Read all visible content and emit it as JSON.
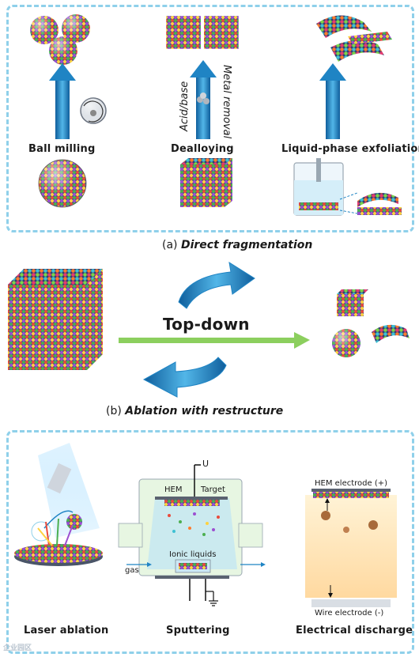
{
  "panel_a": {
    "items": [
      {
        "label": "Ball milling"
      },
      {
        "label": "Dealloying"
      },
      {
        "label": "Liquid-phase exfoliation"
      }
    ],
    "rotated": {
      "left": "Acid/base",
      "right": "Metal removal"
    },
    "caption_prefix": "(a)",
    "caption_emph": "Direct fragmentation"
  },
  "center": {
    "title": "Top-down",
    "caption_b_prefix": "(b)",
    "caption_b_emph": "Ablation with restructure"
  },
  "panel_c": {
    "items": [
      {
        "label": "Laser ablation"
      },
      {
        "label": "Sputtering"
      },
      {
        "label": "Electrical discharge"
      }
    ],
    "sputter": {
      "voltage": "U",
      "hem": "HEM",
      "target": "Target",
      "ionic": "Ionic liquids",
      "gas": "gas"
    },
    "discharge": {
      "top_electrode": "HEM electrode (+)",
      "bottom_electrode": "Wire electrode (-)"
    }
  },
  "colors": {
    "frame": "#8fd0ea",
    "blue_arrow": "#1f84c4",
    "green_arrow": "#8ccf5e"
  },
  "watermark": "企业园区"
}
